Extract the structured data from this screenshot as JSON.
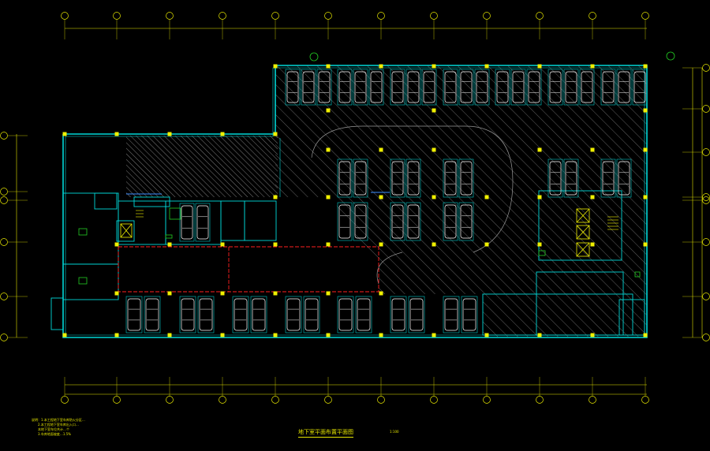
{
  "drawing": {
    "title": "地下室平面布置平面图",
    "scale": "1:100"
  },
  "notes": [
    "说明：1.本工程地下室车库防火分区…",
    "2.本工程地下室车库出入口…",
    "本地下室车位共计…个",
    "3.车库地面坡度…1.5%"
  ],
  "colors": {
    "background": "#000000",
    "wall": "#00d8d8",
    "column": "#f0f000",
    "axis": "#e6e600",
    "hatch": "#8c8c8c",
    "car": "#ffffff",
    "slot": "#00c8c8",
    "fire": "#ff2020",
    "green": "#22cc22",
    "blue": "#3a8cff"
  },
  "icons": [
    "car-icon",
    "elevator-icon",
    "stair-icon"
  ]
}
